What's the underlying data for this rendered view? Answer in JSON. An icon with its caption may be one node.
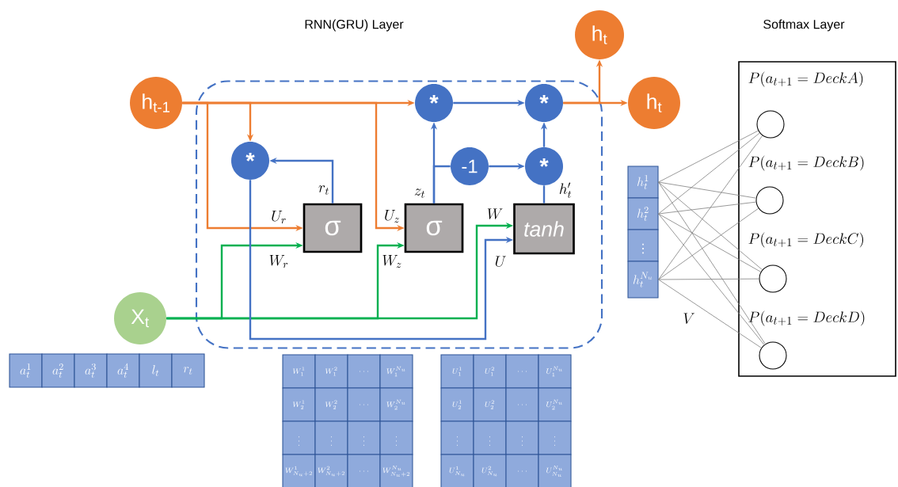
{
  "diagram": {
    "nodes": [
      {
        "text": [
          "RNN(GRU) Layer"
        ]
      },
      {
        "text": [
          "h$_{t-1}$"
        ]
      },
      {
        "text": [
          "X$_{t}$"
        ]
      },
      {
        "text": [
          "*"
        ],
        "in": 0
      },
      {
        "text": [
          "σ"
        ],
        "in": 0
      },
      {
        "text": [
          "*"
        ],
        "in": 0
      },
      {
        "text": [
          "σ"
        ],
        "in": 0
      },
      {
        "text": [
          "-1"
        ],
        "in": 0
      },
      {
        "text": [
          "*"
        ],
        "in": 0
      },
      {
        "text": [
          "*"
        ],
        "in": 0
      },
      {
        "text": [
          "tanh"
        ],
        "in": 0
      },
      {
        "text": [
          "h$_{t}$"
        ]
      },
      {
        "text": [
          "h$_{t}$"
        ]
      },
      {
        "text": [
          "Softmax Layer"
        ]
      },
      {
        "text": [],
        "shape": "circle",
        "in": 13,
        "beside": [
          "P(a_{t+1} = DeckA)"
        ]
      },
      {
        "text": [],
        "shape": "circle",
        "in": 13,
        "beside": [
          "P(a_{t+1} = DeckB)"
        ]
      },
      {
        "text": [],
        "shape": "circle",
        "in": 13,
        "beside": [
          "P(a_{t+1} = DeckC)"
        ]
      },
      {
        "text": [],
        "shape": "circle",
        "in": 13,
        "beside": [
          "P(a_{t+1} = DeckD)"
        ]
      },
      {
        "text": [
          "h_t^1"
        ]
      },
      {
        "text": [
          "h_t^2"
        ]
      },
      {
        "text": [
          "\\vdots"
        ]
      },
      {
        "text": [
          "h_t^{N_u}"
        ]
      }
    ],
    "edges": [
      {
        "from": 1,
        "to": 3,
        "arrow": "to",
        "color": "#ed7d31"
      },
      {
        "from": 1,
        "to": 4,
        "arrow": "to",
        "color": "#ed7d31",
        "label": "U_r"
      },
      {
        "from": 1,
        "to": 6,
        "arrow": "to",
        "color": "#ed7d31",
        "label": "U_z"
      },
      {
        "from": 1,
        "to": 5,
        "arrow": "to",
        "color": "#ed7d31"
      },
      {
        "from": 2,
        "to": 4,
        "arrow": "to",
        "color": "#00b050",
        "label": "W_r"
      },
      {
        "from": 2,
        "to": 6,
        "arrow": "to",
        "color": "#00b050",
        "label": "W_z"
      },
      {
        "from": 2,
        "to": 10,
        "arrow": "to",
        "color": "#00b050",
        "label": "W"
      },
      {
        "from": 4,
        "to": 3,
        "arrow": "to",
        "color": "#4472c4",
        "label": "r_t"
      },
      {
        "from": 3,
        "to": 10,
        "arrow": "to",
        "color": "#4472c4",
        "label": "U"
      },
      {
        "from": 6,
        "to": 5,
        "arrow": "to",
        "color": "#4472c4",
        "label": "z_t"
      },
      {
        "from": 6,
        "to": 7,
        "arrow": "none",
        "color": "#4472c4"
      },
      {
        "from": 7,
        "to": 9,
        "arrow": "to",
        "color": "#4472c4"
      },
      {
        "from": 10,
        "to": 9,
        "arrow": "none",
        "color": "#4472c4",
        "label": "h'_t"
      },
      {
        "from": 5,
        "to": 8,
        "arrow": "to",
        "color": "#4472c4"
      },
      {
        "from": 9,
        "to": 8,
        "arrow": "to",
        "color": "#4472c4"
      },
      {
        "from": 8,
        "to": 12,
        "arrow": "to",
        "color": "#ed7d31"
      },
      {
        "from": 8,
        "to": 11,
        "arrow": "to",
        "color": "#ed7d31"
      },
      {
        "from": 18,
        "to": 14,
        "arrow": "none"
      },
      {
        "from": 18,
        "to": 15,
        "arrow": "none"
      },
      {
        "from": 18,
        "to": 16,
        "arrow": "none"
      },
      {
        "from": 18,
        "to": 17,
        "arrow": "none"
      },
      {
        "from": 19,
        "to": 14,
        "arrow": "none"
      },
      {
        "from": 19,
        "to": 15,
        "arrow": "none"
      },
      {
        "from": 19,
        "to": 16,
        "arrow": "none"
      },
      {
        "from": 19,
        "to": 17,
        "arrow": "none"
      },
      {
        "from": 21,
        "to": 14,
        "arrow": "none"
      },
      {
        "from": 21,
        "to": 15,
        "arrow": "none"
      },
      {
        "from": 21,
        "to": 16,
        "arrow": "none"
      },
      {
        "from": 21,
        "to": 17,
        "arrow": "none"
      }
    ],
    "labels": [
      "a_t^1",
      "a_t^2",
      "a_t^3",
      "a_t^4",
      "l_t",
      "r_t",
      "V",
      "W_1^1",
      "W_1^2",
      "\\dots",
      "W_1^{N_u}",
      "W_2^1",
      "W_2^2",
      "\\dots",
      "W_2^{N_u}",
      "\\vdots",
      "\\vdots",
      "\\vdots",
      "\\vdots",
      "W_{N_u+2}^1",
      "W_{N_u+2}^2",
      "\\dots",
      "W_{N_u+2}^{N_u}",
      "U_1^1",
      "U_1^2",
      "\\dots",
      "U_1^{N_u}",
      "U_2^1",
      "U_2^2",
      "\\dots",
      "U_2^{N_u}",
      "\\vdots",
      "\\vdots",
      "\\vdots",
      "\\vdots",
      "U_{N_u}^1",
      "U_{N_u}^2",
      "\\dots",
      "U_{N_u}^{N_u}"
    ]
  }
}
